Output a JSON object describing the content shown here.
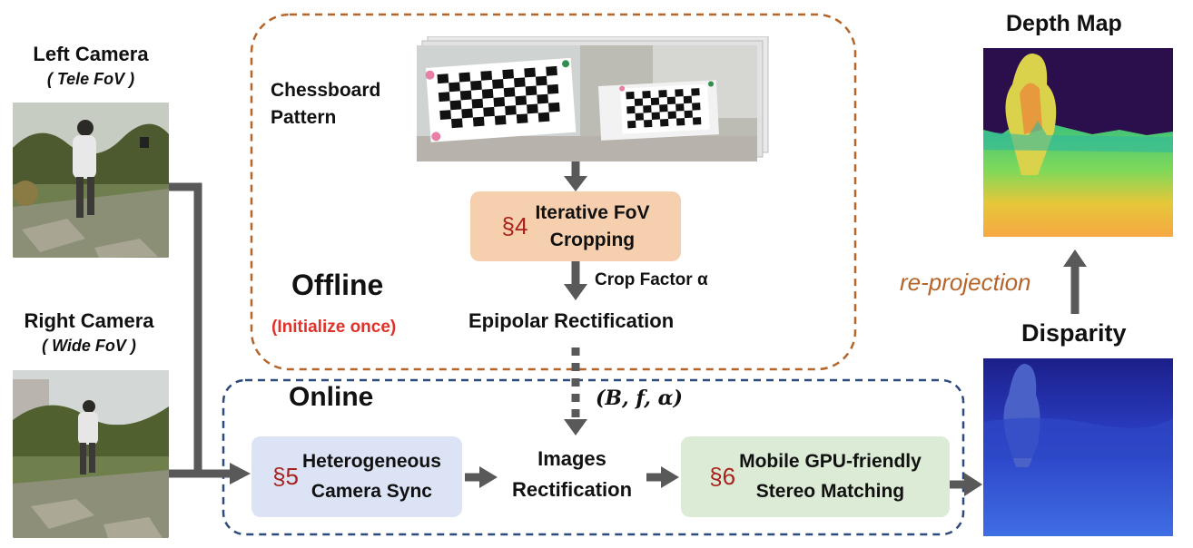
{
  "left_camera": {
    "title": "Left Camera",
    "subtitle": "( Tele FoV )"
  },
  "right_camera": {
    "title": "Right Camera",
    "subtitle": "( Wide FoV )"
  },
  "offline": {
    "title": "Offline",
    "note": "(Initialize once)",
    "chessboard_label_line1": "Chessboard",
    "chessboard_label_line2": "Pattern",
    "fov_cropping": {
      "section": "§4",
      "line1": "Iterative FoV",
      "line2": "Cropping"
    },
    "crop_factor_label": "Crop Factor α",
    "epipolar_label": "Epipolar Rectification"
  },
  "online": {
    "title": "Online",
    "params_label": "(B, f, α)",
    "camera_sync": {
      "section": "§5",
      "line1": "Heterogeneous",
      "line2": "Camera Sync"
    },
    "images_rectification": {
      "line1": "Images",
      "line2": "Rectification"
    },
    "stereo_matching": {
      "section": "§6",
      "line1": "Mobile GPU-friendly",
      "line2": "Stereo Matching"
    }
  },
  "output": {
    "depth_map_label": "Depth Map",
    "reprojection_label": "re-projection",
    "disparity_label": "Disparity"
  },
  "colors": {
    "offline_border": "#b5652a",
    "online_border": "#2e4a7d",
    "fov_box": "#f6cfae",
    "sync_box": "#dbe3f5",
    "stereo_box": "#dcebd6",
    "arrow": "#595959",
    "section_red": "#a8211c",
    "note_red": "#e0322a",
    "reprojection_orange": "#b5652a"
  }
}
